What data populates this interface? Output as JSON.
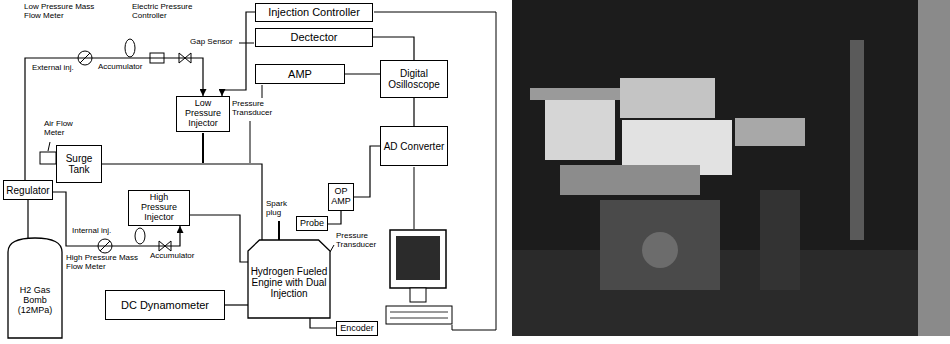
{
  "diagram": {
    "nodes": [
      {
        "text": [
          "Injection Controller"
        ]
      },
      {
        "text": [
          "Dectector"
        ]
      },
      {
        "text": [
          "AMP"
        ]
      },
      {
        "text": [
          "Digital Osilloscope"
        ]
      },
      {
        "text": [
          "Low Pressure Injector"
        ]
      },
      {
        "text": [
          "AD Converter"
        ]
      },
      {
        "text": [
          "Surge Tank"
        ]
      },
      {
        "text": [
          "Regulator"
        ]
      },
      {
        "text": [
          "High Pressure Injector"
        ]
      },
      {
        "text": [
          "OP AMP"
        ]
      },
      {
        "text": [
          "Probe"
        ]
      },
      {
        "text": [
          "Hydrogen Fueled Engine with Dual Injection"
        ]
      },
      {
        "text": [
          "H2 Gas Bomb (12MPa)"
        ]
      },
      {
        "text": [
          "DC Dynamometer"
        ]
      },
      {
        "text": [
          "Encoder"
        ]
      }
    ],
    "edges": [
      {
        "from": 7,
        "to": 4,
        "arrow": "to"
      },
      {
        "from": 7,
        "to": 8,
        "arrow": "to"
      },
      {
        "from": 12,
        "to": 7,
        "arrow": "none"
      },
      {
        "from": 6,
        "to": 11,
        "arrow": "none"
      },
      {
        "from": 8,
        "to": 11,
        "arrow": "none"
      },
      {
        "from": 11,
        "to": 13,
        "arrow": "none"
      },
      {
        "from": 11,
        "to": 14,
        "arrow": "none"
      },
      {
        "from": 10,
        "to": 9,
        "arrow": "none"
      },
      {
        "from": 9,
        "to": 5,
        "arrow": "none"
      },
      {
        "from": 2,
        "to": 3,
        "arrow": "none"
      },
      {
        "from": 3,
        "to": 5,
        "arrow": "none"
      },
      {
        "from": 1,
        "to": 3,
        "arrow": "none"
      },
      {
        "from": 0,
        "to": 4,
        "arrow": "to"
      }
    ],
    "labels": [
      "Low Pressure Mass Flow Meter",
      "Electric Pressure Controller",
      "Accumulator",
      "External inj.",
      "Gap Sensor",
      "Air Flow Meter",
      "Pressure Transducer",
      "Spark plug",
      "Internal inj.",
      "Pressure Transducer",
      "Accumulator",
      "High Pressure Mass Flow Meter"
    ]
  }
}
